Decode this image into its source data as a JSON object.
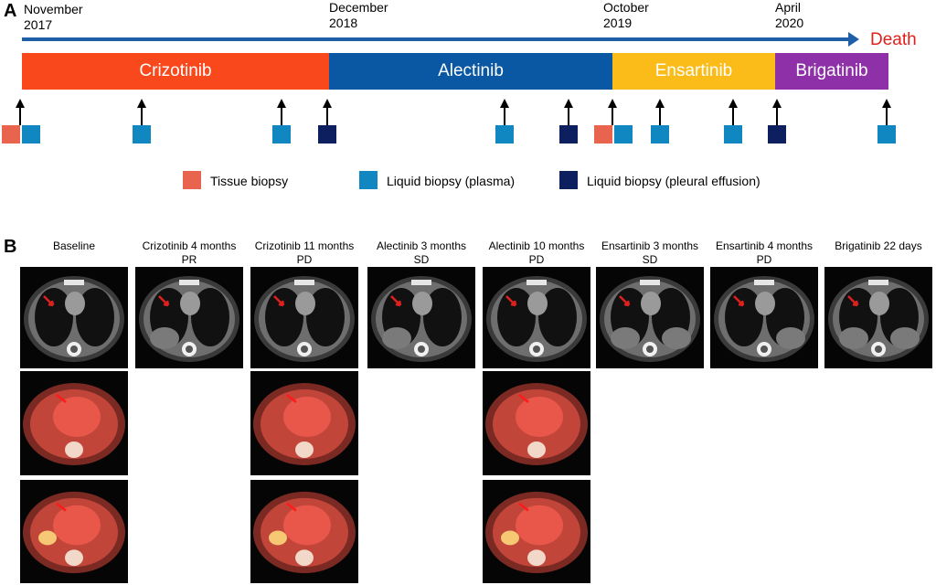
{
  "panels": {
    "a": "A",
    "b": "B"
  },
  "timeline": {
    "dates": [
      "November\n2017",
      "December\n2018",
      "October\n2019",
      "April\n2020"
    ],
    "end_label": "Death",
    "bars": [
      {
        "label": "Crizotinib",
        "color": "#f9481b"
      },
      {
        "label": "Alectinib",
        "color": "#0a57a4"
      },
      {
        "label": "Ensartinib",
        "color": "#fbbb18"
      },
      {
        "label": "Brigatinib",
        "color": "#8e30a8"
      }
    ],
    "biopsy_colors": {
      "tissue": "#e8644f",
      "plasma": "#1187c2",
      "pleural": "#0d1f5e"
    },
    "events": [
      [
        "tissue",
        "plasma"
      ],
      [
        "plasma"
      ],
      [
        "plasma"
      ],
      [
        "pleural"
      ],
      [
        "plasma"
      ],
      [
        "pleural"
      ],
      [
        "tissue",
        "plasma"
      ],
      [
        "plasma"
      ],
      [
        "plasma"
      ],
      [
        "pleural"
      ],
      [
        "plasma"
      ]
    ]
  },
  "legend": [
    {
      "type": "tissue",
      "label": "Tissue biopsy"
    },
    {
      "type": "plasma",
      "label": "Liquid biopsy (plasma)"
    },
    {
      "type": "pleural",
      "label": "Liquid biopsy (pleural effusion)"
    }
  ],
  "columns": [
    {
      "header": "Baseline",
      "rows": [
        "ct",
        "pet",
        "pet"
      ]
    },
    {
      "header": "Crizotinib 4 months\nPR",
      "rows": [
        "ct"
      ]
    },
    {
      "header": "Crizotinib 11 months\nPD",
      "rows": [
        "ct",
        "pet",
        "pet"
      ]
    },
    {
      "header": "Alectinib 3 months\nSD",
      "rows": [
        "ct"
      ]
    },
    {
      "header": "Alectinib 10 months\nPD",
      "rows": [
        "ct",
        "pet",
        "pet"
      ]
    },
    {
      "header": "Ensartinib 3 months\nSD",
      "rows": [
        "ct"
      ]
    },
    {
      "header": "Ensartinib 4 months\nPD",
      "rows": [
        "ct"
      ]
    },
    {
      "header": "Brigatinib 22 days",
      "rows": [
        "ct"
      ]
    }
  ]
}
